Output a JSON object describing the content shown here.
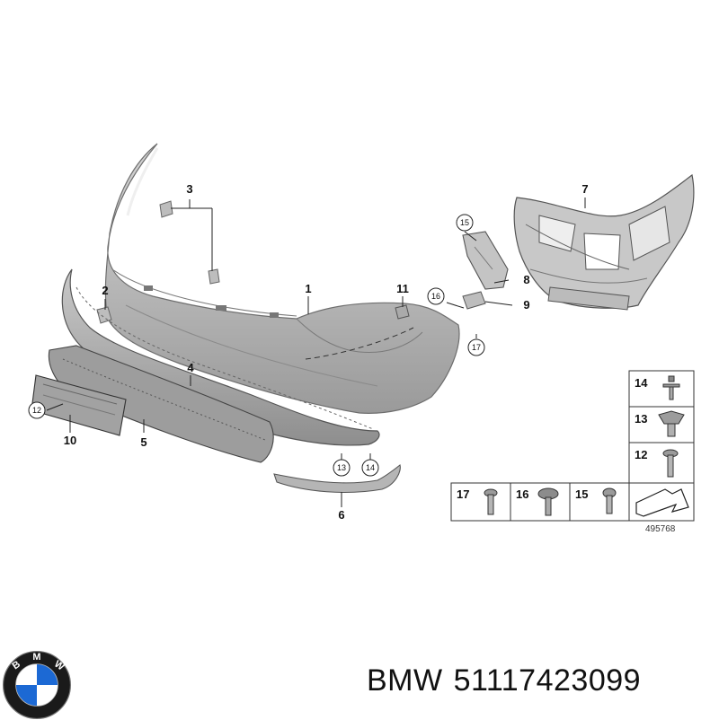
{
  "callouts": {
    "c1": "1",
    "c2": "2",
    "c3": "3",
    "c4": "4",
    "c5": "5",
    "c6": "6",
    "c7": "7",
    "c8": "8",
    "c9": "9",
    "c10": "10",
    "c11": "11"
  },
  "circled_callouts": {
    "c12": "12",
    "c13": "13",
    "c14": "14",
    "c15": "15",
    "c16": "16",
    "c17": "17"
  },
  "legend": {
    "items": [
      "14",
      "13",
      "12",
      "17",
      "16",
      "15"
    ],
    "diagram_id": "495768"
  },
  "logo": {
    "letters": "BMW",
    "colors": {
      "blue": "#1c69d4",
      "ring": "#1a1a1a"
    }
  },
  "footer": {
    "brand": "BMW",
    "part_number": "51117423099"
  }
}
